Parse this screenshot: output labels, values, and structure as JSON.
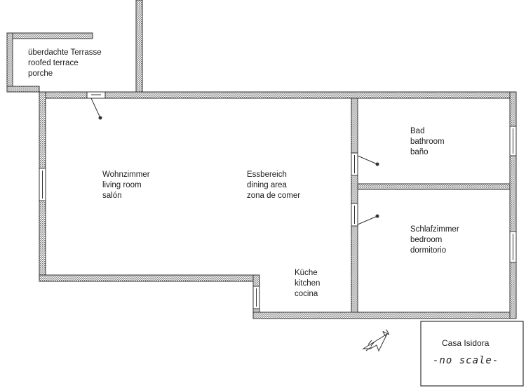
{
  "rooms": {
    "terrace": {
      "lines": [
        "überdachte Terrasse",
        "roofed terrace",
        "porche"
      ]
    },
    "living": {
      "lines": [
        "Wohnzimmer",
        "living room",
        "salón"
      ]
    },
    "dining": {
      "lines": [
        "Essbereich",
        "dining area",
        "zona de comer"
      ]
    },
    "kitchen": {
      "lines": [
        "Küche",
        "kitchen",
        "cocina"
      ]
    },
    "bathroom": {
      "lines": [
        "Bad",
        "bathroom",
        "baño"
      ]
    },
    "bedroom": {
      "lines": [
        "Schlafzimmer",
        "bedroom",
        "dormitorio"
      ]
    }
  },
  "title_block": {
    "name": "Casa Isidora",
    "scale_note": "-no scale-"
  },
  "compass": {
    "letter": "N"
  }
}
